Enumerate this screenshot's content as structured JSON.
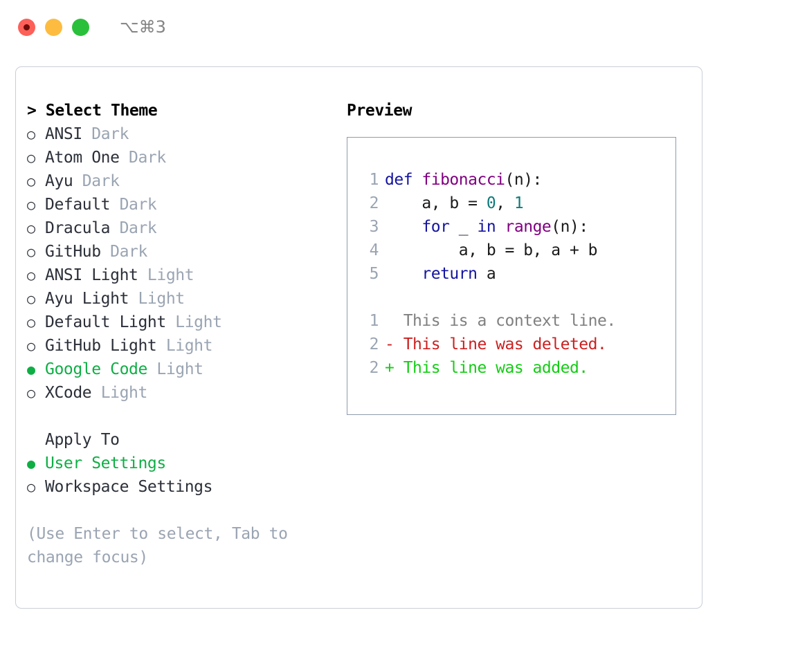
{
  "titlebar": {
    "shortcut": "⌥⌘3",
    "controls": [
      {
        "name": "close",
        "color": "#fc6058"
      },
      {
        "name": "minimize",
        "color": "#fdbc40"
      },
      {
        "name": "zoom",
        "color": "#2ac03b"
      }
    ]
  },
  "theme_picker": {
    "heading": "> Select Theme",
    "options": [
      {
        "bullet": "○",
        "label": "ANSI",
        "tag": " Dark",
        "selected": false
      },
      {
        "bullet": "○",
        "label": "Atom One",
        "tag": " Dark",
        "selected": false
      },
      {
        "bullet": "○",
        "label": "Ayu",
        "tag": " Dark",
        "selected": false
      },
      {
        "bullet": "○",
        "label": "Default",
        "tag": " Dark",
        "selected": false
      },
      {
        "bullet": "○",
        "label": "Dracula",
        "tag": " Dark",
        "selected": false
      },
      {
        "bullet": "○",
        "label": "GitHub",
        "tag": " Dark",
        "selected": false
      },
      {
        "bullet": "○",
        "label": "ANSI Light",
        "tag": " Light",
        "selected": false
      },
      {
        "bullet": "○",
        "label": "Ayu Light",
        "tag": " Light",
        "selected": false
      },
      {
        "bullet": "○",
        "label": "Default Light",
        "tag": " Light",
        "selected": false
      },
      {
        "bullet": "○",
        "label": "GitHub Light",
        "tag": " Light",
        "selected": false
      },
      {
        "bullet": "●",
        "label": "Google Code",
        "tag": " Light",
        "selected": true
      },
      {
        "bullet": "○",
        "label": "XCode",
        "tag": " Light",
        "selected": false
      }
    ]
  },
  "apply_to": {
    "heading": "Apply To",
    "options": [
      {
        "bullet": "●",
        "label": "User Settings",
        "tag": "",
        "selected": true
      },
      {
        "bullet": "○",
        "label": "Workspace Settings",
        "tag": "",
        "selected": false
      }
    ]
  },
  "hint": "(Use Enter to select, Tab to change focus)",
  "preview": {
    "heading": "Preview",
    "code_lines": [
      {
        "num": "1",
        "tokens": [
          {
            "t": "def ",
            "c": "kw"
          },
          {
            "t": "fibonacci",
            "c": "fn"
          },
          {
            "t": "(n):",
            "c": "plain"
          }
        ]
      },
      {
        "num": "2",
        "tokens": [
          {
            "t": "    a, b = ",
            "c": "plain"
          },
          {
            "t": "0",
            "c": "num"
          },
          {
            "t": ", ",
            "c": "plain"
          },
          {
            "t": "1",
            "c": "num"
          }
        ]
      },
      {
        "num": "3",
        "tokens": [
          {
            "t": "    ",
            "c": "plain"
          },
          {
            "t": "for",
            "c": "kw"
          },
          {
            "t": " _ ",
            "c": "plain"
          },
          {
            "t": "in",
            "c": "kw"
          },
          {
            "t": " ",
            "c": "plain"
          },
          {
            "t": "range",
            "c": "fn"
          },
          {
            "t": "(n):",
            "c": "plain"
          }
        ]
      },
      {
        "num": "4",
        "tokens": [
          {
            "t": "        a, b = b, a + b",
            "c": "plain"
          }
        ]
      },
      {
        "num": "5",
        "tokens": [
          {
            "t": "    ",
            "c": "plain"
          },
          {
            "t": "return",
            "c": "kw"
          },
          {
            "t": " a",
            "c": "plain"
          }
        ]
      }
    ],
    "diff_lines": [
      {
        "num": "1",
        "tokens": [
          {
            "t": "  This is a context line.",
            "c": "ctx"
          }
        ]
      },
      {
        "num": "2",
        "tokens": [
          {
            "t": "- This line was deleted.",
            "c": "del"
          }
        ]
      },
      {
        "num": "2",
        "tokens": [
          {
            "t": "+ This line was added.",
            "c": "add"
          }
        ]
      }
    ]
  },
  "colors": {
    "accent_green": "#0fae45",
    "muted": "#9aa4b2",
    "keyword": "#1414a0",
    "function": "#800080",
    "number": "#0d7a7a",
    "diff_deleted": "#cc2020",
    "diff_added": "#15cc15",
    "panel_border": "#c9ced6",
    "preview_border": "#8d9bac"
  }
}
